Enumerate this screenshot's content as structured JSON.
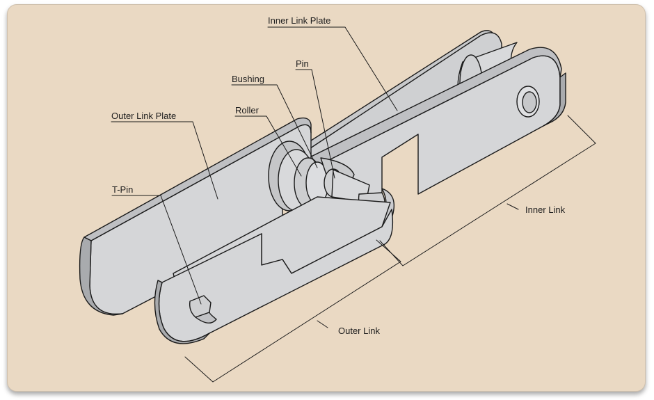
{
  "labels": {
    "inner_link_plate": "Inner Link Plate",
    "pin": "Pin",
    "bushing": "Bushing",
    "roller": "Roller",
    "outer_link_plate": "Outer Link Plate",
    "t_pin": "T-Pin",
    "inner_link": "Inner Link",
    "outer_link": "Outer Link"
  },
  "colors": {
    "background": "#ead9c3",
    "plate": "#d5d6d8",
    "plate_edge": "#a9abae",
    "line": "#1a1a1a"
  }
}
